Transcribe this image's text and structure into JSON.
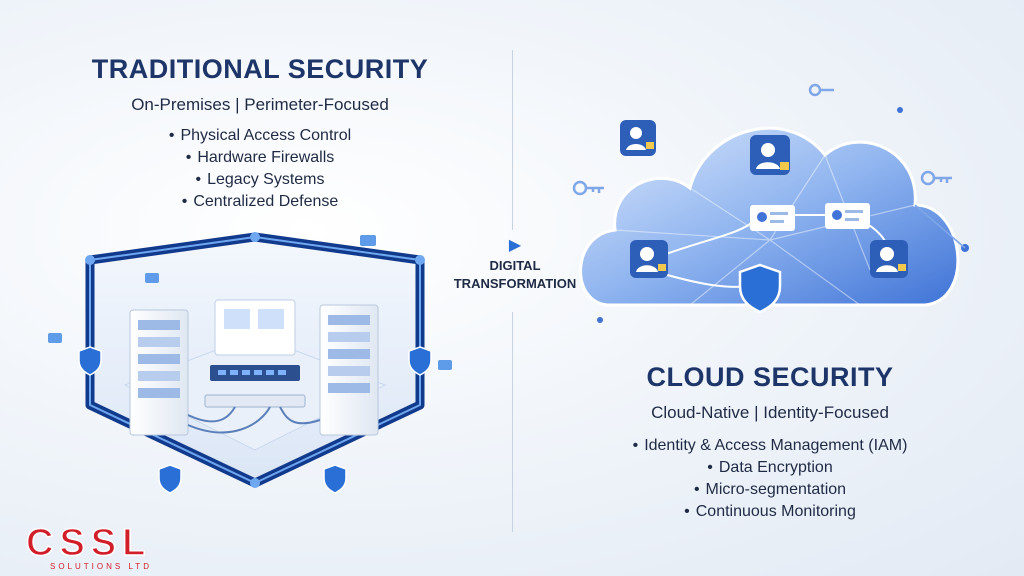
{
  "traditional": {
    "title": "TRADITIONAL SECURITY",
    "subtitle": "On-Premises | Perimeter-Focused",
    "bullets": [
      "Physical Access Control",
      "Hardware Firewalls",
      "Legacy Systems",
      "Centralized Defense"
    ]
  },
  "transition": {
    "label": "DIGITAL\nTRANSFORMATION"
  },
  "cloud": {
    "title": "CLOUD SECURITY",
    "subtitle": "Cloud-Native | Identity-Focused",
    "bullets": [
      "Identity & Access Management (IAM)",
      "Data Encryption",
      "Micro-segmentation",
      "Continuous Monitoring"
    ]
  },
  "logo": {
    "letters": "CSSL",
    "tagline": "SOLUTIONS LTD"
  },
  "colors": {
    "navy": "#1d3568",
    "accent": "#2a6fd6",
    "cloud_light": "#cfe0fb",
    "cloud_dark": "#3f73d6",
    "logo_red": "#d11f2a"
  },
  "icons": [
    "shield-icon",
    "server-rack-icon",
    "network-switch-icon",
    "cloud-icon",
    "user-lock-icon",
    "key-icon",
    "id-card-icon",
    "play-arrow-icon"
  ]
}
